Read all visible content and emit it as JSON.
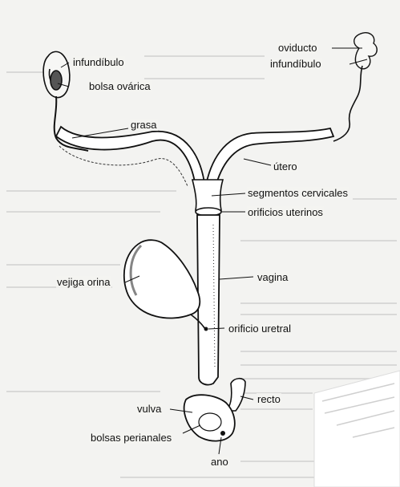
{
  "colors": {
    "page": "#f3f3f1",
    "ink": "#111111",
    "ghost_text": "#bdbdbd",
    "organ_fill": "#f7f7f5"
  },
  "labels": {
    "oviducto": "oviducto",
    "infundibulo_right": "infundíbulo",
    "infundibulo_left": "infundíbulo",
    "bolsa_ovarica": "bolsa ovárica",
    "grasa": "grasa",
    "utero": "útero",
    "segmentos_cervicales": "segmentos cervicales",
    "orificios_uterinos": "orificios uterinos",
    "vagina": "vagina",
    "vejiga_orina": "vejiga orina",
    "orificio_uretral": "orificio uretral",
    "recto": "recto",
    "vulva": "vulva",
    "bolsas_perianales": "bolsas perianales",
    "ano": "ano"
  }
}
